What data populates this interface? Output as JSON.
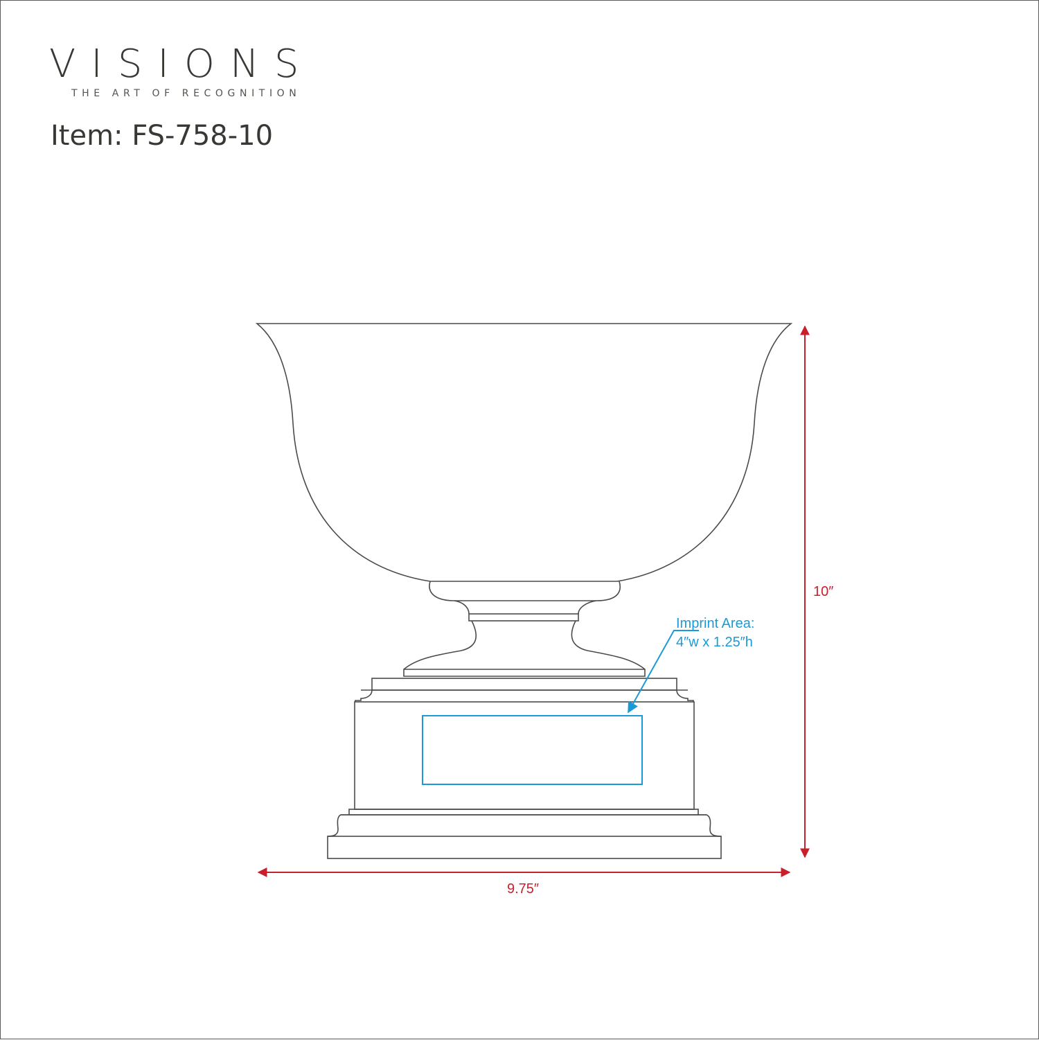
{
  "brand": {
    "logo": "VISIONS",
    "tagline": "THE ART OF RECOGNITION"
  },
  "item": {
    "label": "Item:",
    "code": "FS-758-10"
  },
  "dimensions": {
    "height_label": "10″",
    "width_label": "9.75″"
  },
  "imprint": {
    "title": "Imprint Area:",
    "size": "4″w x 1.25″h"
  },
  "colors": {
    "outline": "#4a4a4a",
    "dimension": "#c8202b",
    "imprint": "#1a9ad6",
    "brand": "#3a3834"
  }
}
